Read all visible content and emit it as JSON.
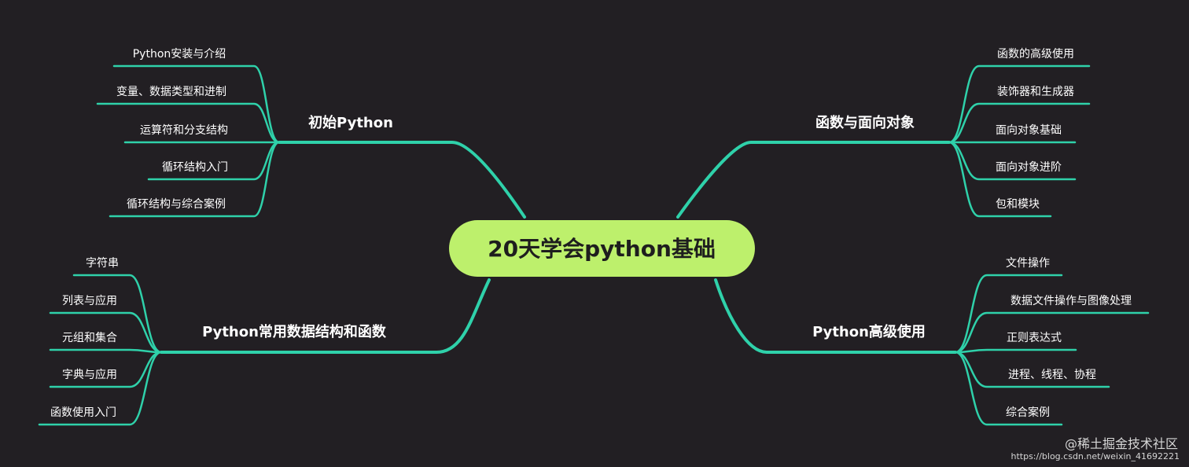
{
  "mindmap": {
    "root": "20天学会python基础",
    "colors": {
      "background": "#221f23",
      "connector": "#2fd1aa",
      "root_fill": "#bdf06c",
      "root_text": "#1e1e1e",
      "text": "#ffffff"
    },
    "branches": [
      {
        "label": "初始Python",
        "side": "left",
        "items": [
          "Python安装与介绍",
          "变量、数据类型和进制",
          "运算符和分支结构",
          "循环结构入门",
          "循环结构与综合案例"
        ]
      },
      {
        "label": "Python常用数据结构和函数",
        "side": "left",
        "items": [
          "字符串",
          "列表与应用",
          "元组和集合",
          "字典与应用",
          "函数使用入门"
        ]
      },
      {
        "label": "函数与面向对象",
        "side": "right",
        "items": [
          "函数的高级使用",
          "装饰器和生成器",
          "面向对象基础",
          "面向对象进阶",
          "包和模块"
        ]
      },
      {
        "label": "Python高级使用",
        "side": "right",
        "items": [
          "文件操作",
          "数据文件操作与图像处理",
          "正则表达式",
          "进程、线程、协程",
          "综合案例"
        ]
      }
    ]
  },
  "watermark": {
    "line1": "@稀土掘金技术社区",
    "line2": "https://blog.csdn.net/weixin_41692221"
  }
}
